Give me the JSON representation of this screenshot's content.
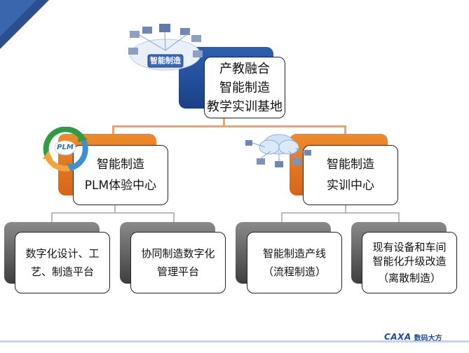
{
  "root": {
    "lines": [
      "产教融合",
      "智能制造",
      "教学实训基地"
    ],
    "badge_label": "智能制造"
  },
  "left_mid": {
    "lines": [
      "智能制造",
      "PLM体验中心"
    ],
    "icon_label": "PLM"
  },
  "right_mid": {
    "lines": [
      "智能制造",
      "实训中心"
    ]
  },
  "leaves": [
    {
      "lines": [
        "数字化设计、工",
        "艺、制造平台"
      ]
    },
    {
      "lines": [
        "协同制造数字化",
        "管理平台"
      ]
    },
    {
      "lines": [
        "智能制造产线",
        "（流程制造）"
      ]
    },
    {
      "lines": [
        "现有设备和车间",
        "智能化升级改造",
        "（离散制造）"
      ]
    }
  ],
  "footer": {
    "logo_text": "CAXA",
    "logo_cn": "数码大方"
  },
  "colors": {
    "accent_blue": "#1c3f86",
    "accent_orange": "#e0701f",
    "neutral_gray": "#555555"
  }
}
